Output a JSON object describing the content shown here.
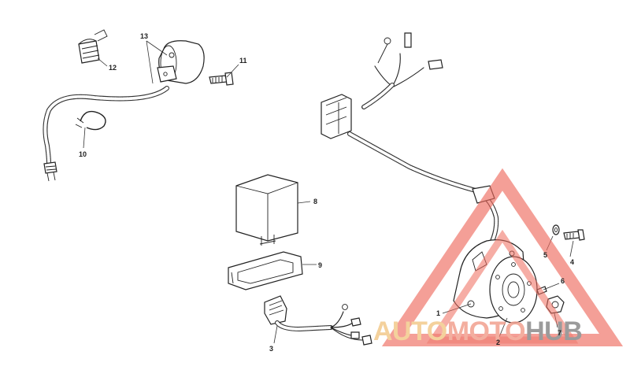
{
  "labels": {
    "p1": "1",
    "p2": "2",
    "p3": "3",
    "p4": "4",
    "p5": "5",
    "p6": "6",
    "p7": "7",
    "p8": "8",
    "p9": "9",
    "p10": "10",
    "p11": "11",
    "p12": "12",
    "p13": "13"
  },
  "watermark": {
    "part1": "AUTO",
    "part2": "MOTO",
    "part3": "HUB",
    "colors": {
      "auto": "#f3c98b",
      "moto": "#f2a08f",
      "hub": "#8a8a8a",
      "triangle": "#ee6a5c"
    }
  }
}
